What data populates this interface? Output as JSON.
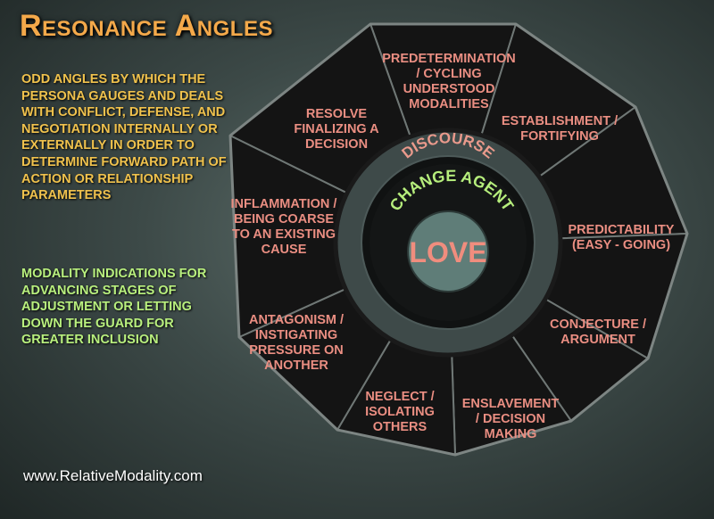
{
  "title": "Resonance Angles",
  "description": "Odd angles by which the persona gauges and deals with conflict, defense, and negotiation internally or externally in order to determine forward path of action or relationship parameters",
  "modality_note": "Modality indications for advancing stages of adjustment or letting down the guard for greater inclusion",
  "website": "www.RelativeModality.com",
  "outer_ring_label": "DISCOURSE",
  "middle_ring_label": "CHANGE AGENT",
  "center_label": "LOVE",
  "segments": [
    {
      "lines": [
        "PREDETERMINATION",
        "/ CYCLING",
        "UNDERSTOOD",
        "MODALITIES"
      ]
    },
    {
      "lines": [
        "ESTABLISHMENT /",
        "FORTIFYING"
      ]
    },
    {
      "lines": [
        "PREDICTABILITY",
        "(EASY - GOING)"
      ]
    },
    {
      "lines": [
        "CONJECTURE /",
        "ARGUMENT"
      ]
    },
    {
      "lines": [
        "ENSLAVEMENT",
        "/ DECISION",
        "MAKING"
      ]
    },
    {
      "lines": [
        "NEGLECT /",
        "ISOLATING",
        "OTHERS"
      ]
    },
    {
      "lines": [
        "ANTAGONISM /",
        "INSTIGATING",
        "PRESSURE ON",
        "ANOTHER"
      ]
    },
    {
      "lines": [
        "INFLAMMATION /",
        "BEING COARSE",
        "TO AN EXISTING",
        "CAUSE"
      ]
    },
    {
      "lines": [
        "RESOLVE",
        "FINALIZING A",
        "DECISION"
      ]
    }
  ],
  "colors": {
    "title": "#f4a94a",
    "description": "#f0c24d",
    "modality_note": "#b9f07e",
    "segment_text": "#ea8e82",
    "outer_ring_text": "#ea9a8c",
    "middle_ring_text": "#b6ee7c",
    "center_text": "#f08d7e",
    "center_fill": "#5f7d78",
    "ring_fill": "#3e4a49",
    "segment_fill": "#141414"
  }
}
